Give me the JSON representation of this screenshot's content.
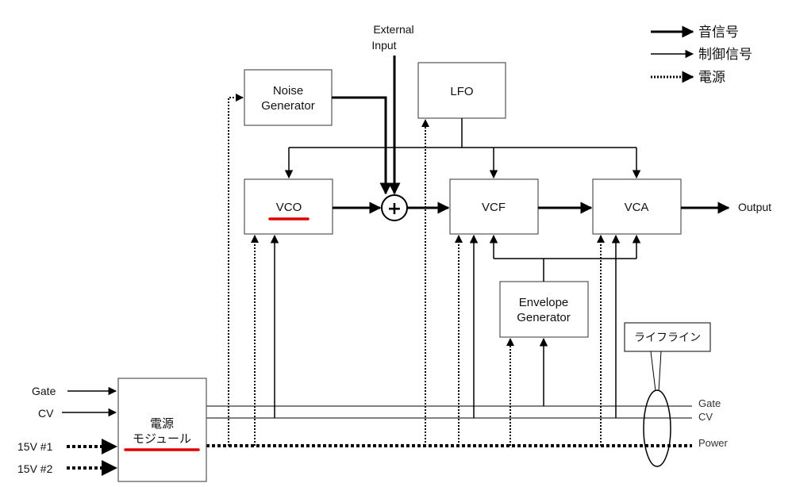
{
  "blocks": {
    "noise_generator": [
      "Noise",
      "Generator"
    ],
    "lfo": "LFO",
    "vco": "VCO",
    "vcf": "VCF",
    "vca": "VCA",
    "envelope_generator": [
      "Envelope",
      "Generator"
    ],
    "power_module": [
      "電源",
      "モジュール"
    ],
    "mixer_symbol": "+"
  },
  "external_input": [
    "External",
    "Input"
  ],
  "output_label": "Output",
  "inputs": [
    "Gate",
    "CV",
    "15V #1",
    "15V #2"
  ],
  "buses": [
    "Gate",
    "CV",
    "Power"
  ],
  "lifeline_label": "ライフライン",
  "legend": {
    "audio_signal": "音信号",
    "control_signal": "制御信号",
    "power": "電源"
  },
  "colors": {
    "line": "#000000",
    "box_border": "#555555",
    "highlight_underline": "#e00000"
  }
}
